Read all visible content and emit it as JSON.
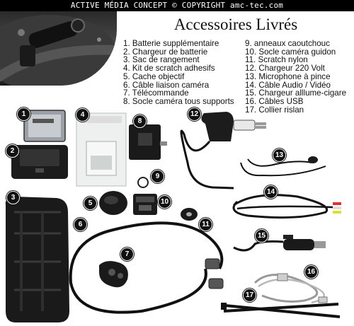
{
  "banner": "ACTIVE MÉDIA CONCEPT © COPYRIGHT amc-tec.com",
  "title": "Accessoires Livrés",
  "accessories_col1": [
    "1. Batterie supplémentaire",
    "2. Chargeur de batterie",
    "3. Sac de rangement",
    "4. Kit de scratch adhesifs",
    "5. Cache objectif",
    "6. Câble liaison caméra",
    "7. Télécommande",
    "8. Socle caméra tous supports"
  ],
  "accessories_col2": [
    "9. anneaux caoutchouc",
    "10. Socle caméra guidon",
    "11. Scratch nylon",
    "12. Chargeur 220 Volt",
    "13. Microphone à pince",
    "14. Câble Audio / Vidéo",
    "15. Chargeur alllume-cigare",
    "16. Câbles USB",
    "17. Collier rislan"
  ],
  "badges": [
    "1",
    "2",
    "3",
    "4",
    "5",
    "6",
    "7",
    "8",
    "9",
    "10",
    "11",
    "12",
    "13",
    "14",
    "15",
    "16",
    "17"
  ]
}
